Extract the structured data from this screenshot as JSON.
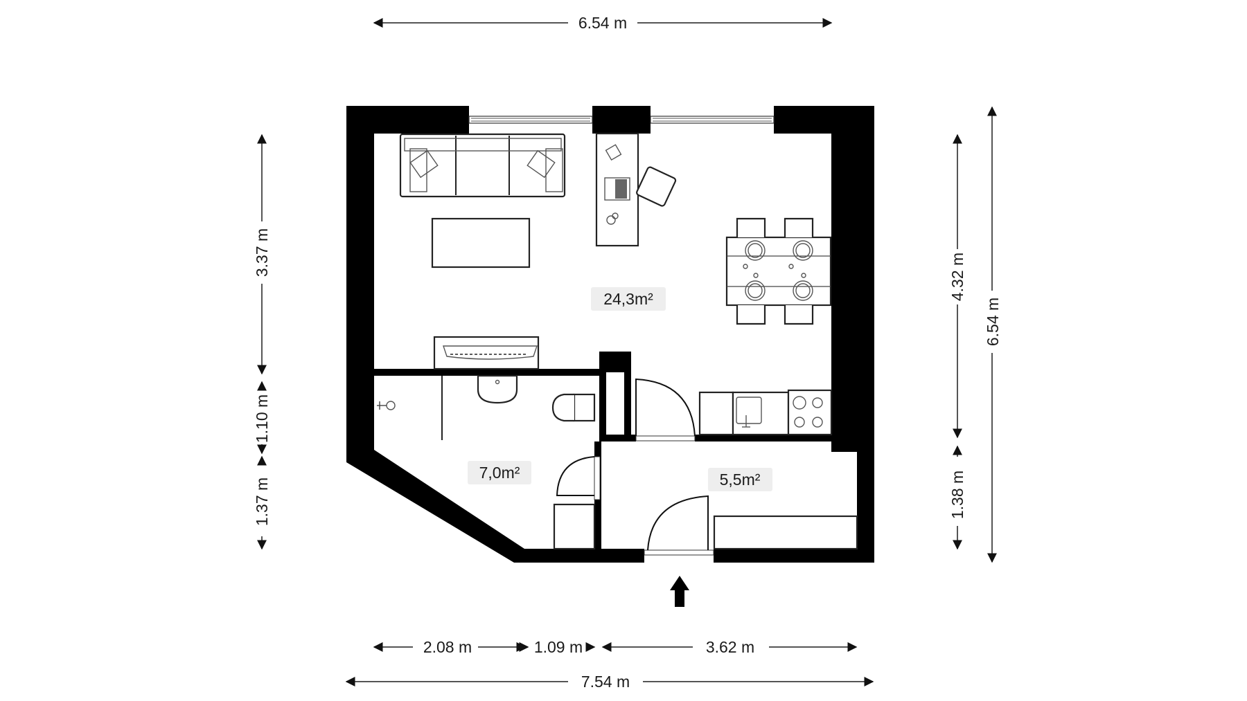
{
  "plan": {
    "dimensions": {
      "top_width": "6.54 m",
      "bottom_total_width": "7.54 m",
      "bottom_segments": [
        "2.08 m",
        "1.09 m",
        "3.62 m"
      ],
      "left_segments": [
        "3.37 m",
        "1.10 m",
        "1.37 m"
      ],
      "right_segments": [
        "4.32 m",
        "1.38 m"
      ],
      "right_total_height": "6.54 m"
    },
    "rooms": [
      {
        "name": "living-room",
        "area": "24,3m²"
      },
      {
        "name": "bathroom",
        "area": "7,0m²"
      },
      {
        "name": "hallway-kitchen",
        "area": "5,5m²"
      }
    ],
    "entrance_icon": "entrance-arrow-up",
    "colors": {
      "wall": "#000000",
      "background": "#ffffff",
      "area_label_bg": "#eeeeee",
      "dimension_line": "#555555"
    }
  }
}
